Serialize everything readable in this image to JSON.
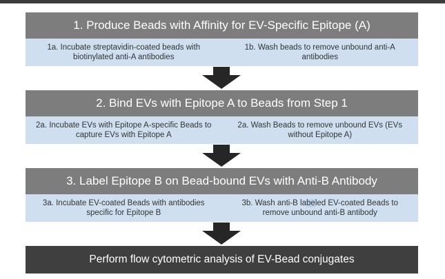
{
  "step1": {
    "title": "1. Produce Beads with Affinity for EV-Specific Epitope (A)",
    "left": "1a. Incubate streptavidin-coated beads with biotinylated anti-A antibodies",
    "right": "1b. Wash beads to remove unbound anti-A antibodies"
  },
  "step2": {
    "title": "2. Bind EVs with Epitope A to Beads from Step 1",
    "left": "2a. Incubate EVs with Epitope A-specific Beads to capture EVs with Epitope A",
    "right": "2a. Wash Beads to remove unbound EVs (EVs without Epitope A)"
  },
  "step3": {
    "title": "3. Label Epitope B on Bead-bound EVs with Anti-B Antibody",
    "left": "3a. Incubate EV-coated Beads with antibodies specific for Epitope B",
    "right_part1": "3b. Wash anti-B la",
    "right_highlight": "be",
    "right_part2": "led EV-coated Beads to remove unbound anti-B antibody"
  },
  "final": {
    "title": "Perform flow cytometric analysis of EV-Bead conjugates"
  },
  "colors": {
    "step_header": "#7d7d7d",
    "substep_bg": "#cfdff0",
    "final_bg": "#3f3f3f",
    "arrow": "#262626"
  }
}
